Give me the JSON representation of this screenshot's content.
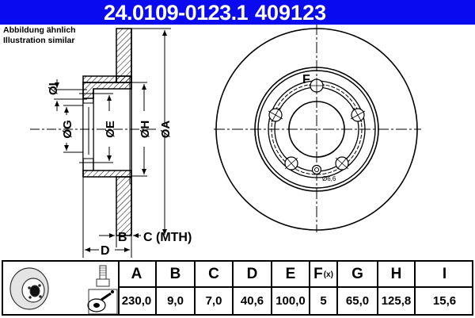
{
  "header": {
    "part_number": "24.0109-0123.1",
    "reference_number": "409123",
    "background_color": "#0a0af0",
    "text_color": "#ffffff"
  },
  "note": {
    "line1": "Abbildung ähnlich",
    "line2": "Illustration similar"
  },
  "drawing": {
    "side_view_labels": {
      "I": "ØI",
      "G": "ØG",
      "E": "ØE",
      "H": "ØH",
      "A": "ØA",
      "B": "B",
      "C": "C (MTH)",
      "D": "D"
    },
    "front_view_labels": {
      "F": "F",
      "hole_diameter": "Ø6,6"
    }
  },
  "table": {
    "icons": [
      "brake-disc-icon",
      "bolt-icon",
      "hub-cleaning-icon"
    ],
    "columns": [
      {
        "key": "A",
        "header": "A",
        "sub": "",
        "value": "230,0"
      },
      {
        "key": "B",
        "header": "B",
        "sub": "",
        "value": "9,0"
      },
      {
        "key": "C",
        "header": "C",
        "sub": "",
        "value": "7,0"
      },
      {
        "key": "D",
        "header": "D",
        "sub": "",
        "value": "40,6"
      },
      {
        "key": "E",
        "header": "E",
        "sub": "",
        "value": "100,0"
      },
      {
        "key": "F",
        "header": "F",
        "sub": "(x)",
        "value": "5"
      },
      {
        "key": "G",
        "header": "G",
        "sub": "",
        "value": "65,0"
      },
      {
        "key": "H",
        "header": "H",
        "sub": "",
        "value": "125,8"
      },
      {
        "key": "I",
        "header": "I",
        "sub": "",
        "value": "15,6"
      }
    ]
  }
}
